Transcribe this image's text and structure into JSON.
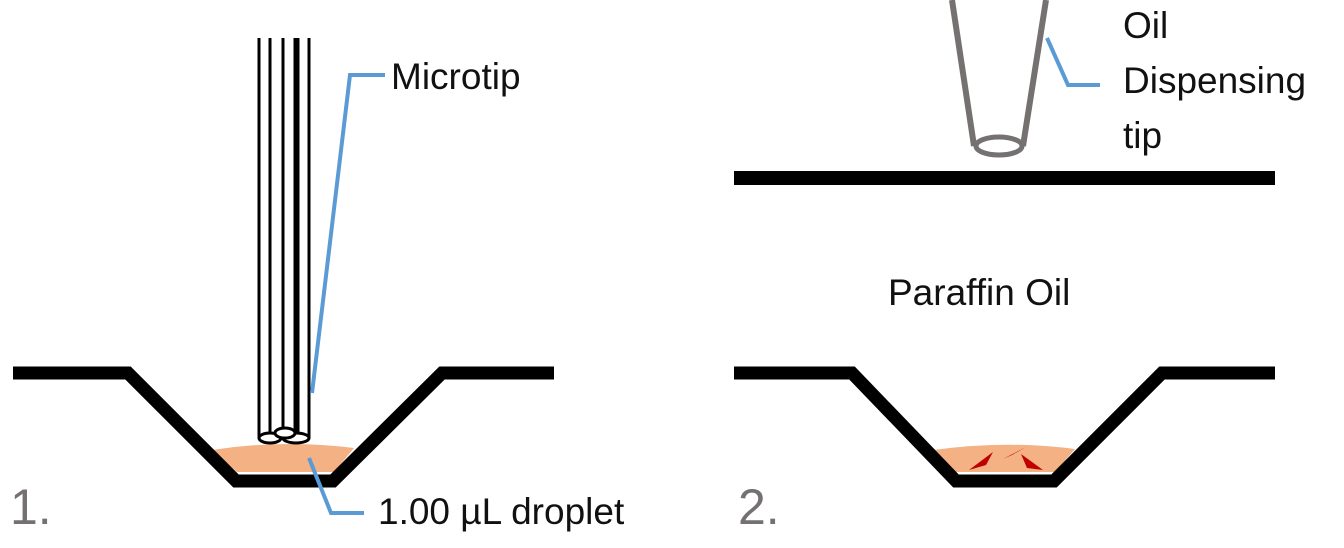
{
  "labels": {
    "microtip": "Microtip",
    "droplet": "1.00 µL droplet",
    "oil_line1": "Oil",
    "oil_line2": "Dispensing",
    "oil_line3": "tip",
    "paraffin": "Paraffin Oil"
  },
  "steps": {
    "step1": "1.",
    "step2": "2."
  },
  "colors": {
    "outline": "#000000",
    "leader": "#5b9bd5",
    "droplet": "#f4b183",
    "cells": "#c00000",
    "tip": "#767171",
    "step_number": "#767171"
  },
  "icons": {
    "microtip": "capillary-bundle-icon",
    "oil_tip": "pipette-tip-icon",
    "cells": "triangle-marker-icon"
  }
}
